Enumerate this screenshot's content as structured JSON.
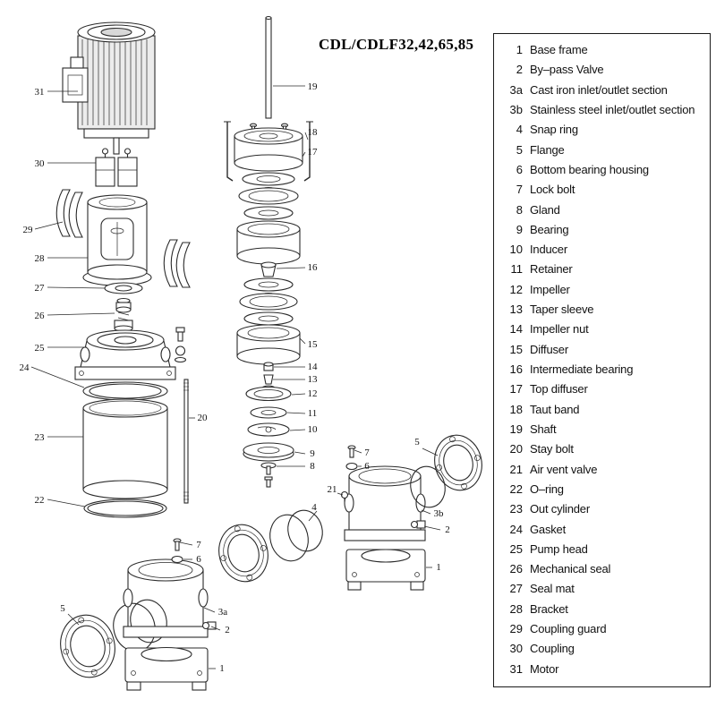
{
  "title": "CDL/CDLF32,42,65,85",
  "colors": {
    "ink": "#222222",
    "background": "#ffffff"
  },
  "parts_list": {
    "items": [
      {
        "num": "1",
        "label": "Base frame"
      },
      {
        "num": "2",
        "label": "By–pass Valve"
      },
      {
        "num": "3a",
        "label": "Cast iron inlet/outlet section"
      },
      {
        "num": "3b",
        "label": "Stainless steel inlet/outlet section"
      },
      {
        "num": "4",
        "label": "Snap ring"
      },
      {
        "num": "5",
        "label": "Flange"
      },
      {
        "num": "6",
        "label": "Bottom bearing housing"
      },
      {
        "num": "7",
        "label": "Lock bolt"
      },
      {
        "num": "8",
        "label": "Gland"
      },
      {
        "num": "9",
        "label": "Bearing"
      },
      {
        "num": "10",
        "label": "Inducer"
      },
      {
        "num": "11",
        "label": "Retainer"
      },
      {
        "num": "12",
        "label": "Impeller"
      },
      {
        "num": "13",
        "label": "Taper sleeve"
      },
      {
        "num": "14",
        "label": "Impeller nut"
      },
      {
        "num": "15",
        "label": "Diffuser"
      },
      {
        "num": "16",
        "label": "Intermediate bearing"
      },
      {
        "num": "17",
        "label": "Top diffuser"
      },
      {
        "num": "18",
        "label": "Taut band"
      },
      {
        "num": "19",
        "label": "Shaft"
      },
      {
        "num": "20",
        "label": "Stay bolt"
      },
      {
        "num": "21",
        "label": "Air vent valve"
      },
      {
        "num": "22",
        "label": "O–ring"
      },
      {
        "num": "23",
        "label": "Out cylinder"
      },
      {
        "num": "24",
        "label": "Gasket"
      },
      {
        "num": "25",
        "label": "Pump head"
      },
      {
        "num": "26",
        "label": "Mechanical seal"
      },
      {
        "num": "27",
        "label": "Seal mat"
      },
      {
        "num": "28",
        "label": "Bracket"
      },
      {
        "num": "29",
        "label": "Coupling guard"
      },
      {
        "num": "30",
        "label": "Coupling"
      },
      {
        "num": "31",
        "label": "Motor"
      }
    ]
  },
  "callouts": {
    "motor": "31",
    "coupling": "30",
    "coupling_guard": "29",
    "bracket": "28",
    "seal_mat": "27",
    "mechanical_seal": "26",
    "pump_head": "25",
    "gasket": "24",
    "out_cylinder": "23",
    "o_ring": "22",
    "air_vent_valve": "21",
    "stay_bolt": "20",
    "shaft": "19",
    "taut_band": "18",
    "top_diffuser": "17",
    "intermediate_bearing": "16",
    "diffuser": "15",
    "impeller_nut": "14",
    "taper_sleeve": "13",
    "impeller": "12",
    "retainer": "11",
    "inducer": "10",
    "bearing": "9",
    "gland": "8",
    "snap_ring": "4",
    "a_lock_bolt": "7",
    "a_bottom_bearing_housing": "6",
    "a_flange": "5",
    "a_inlet_outlet_section": "3a",
    "a_bypass_valve": "2",
    "a_base_frame": "1",
    "b_lock_bolt": "7",
    "b_bottom_bearing_housing": "6",
    "b_flange": "5",
    "b_inlet_outlet_section": "3b",
    "b_bypass_valve": "2",
    "b_base_frame": "1"
  }
}
